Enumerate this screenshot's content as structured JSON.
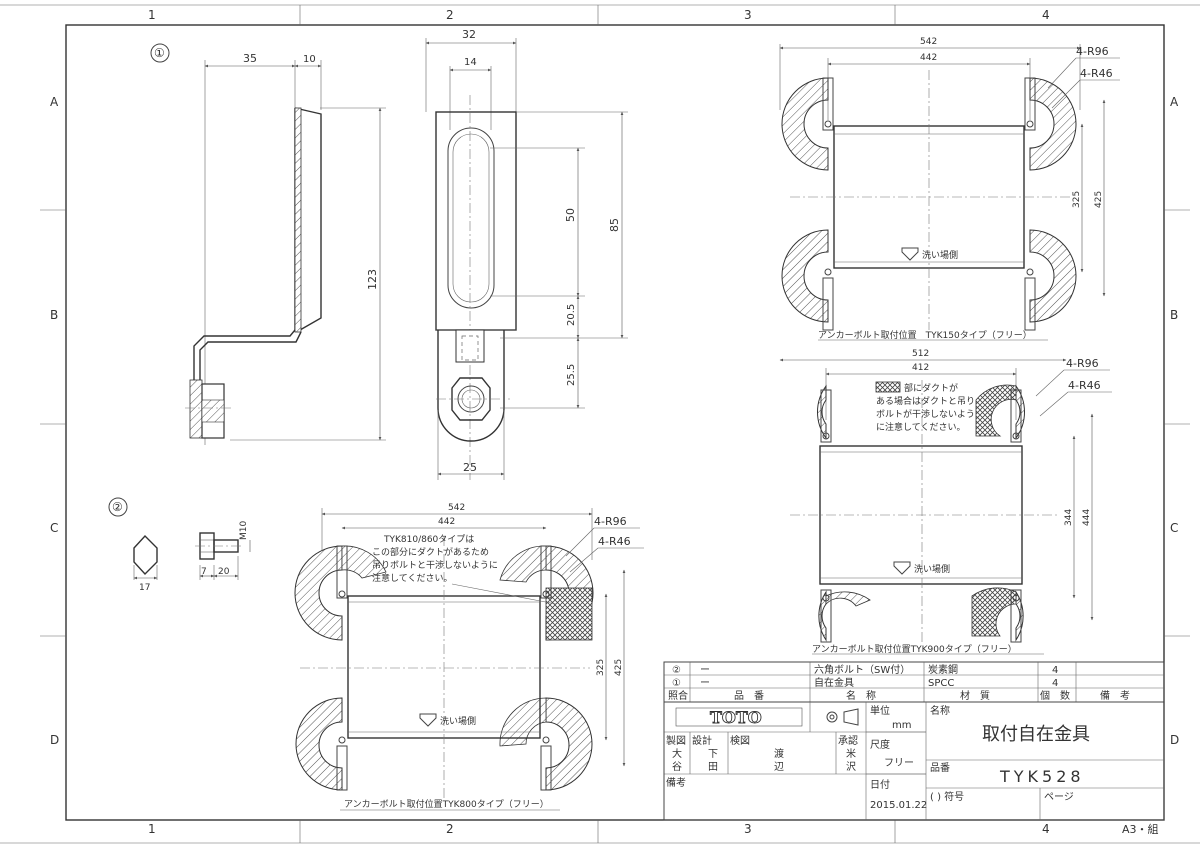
{
  "frame": {
    "cols_top": [
      "1",
      "2",
      "3",
      "4"
    ],
    "cols_bottom": [
      "1",
      "2",
      "3",
      "4"
    ],
    "rows_left": [
      "A",
      "B",
      "C",
      "D"
    ],
    "rows_right": [
      "A",
      "B",
      "C",
      "D"
    ],
    "sheet_size": "A3・組"
  },
  "view1": {
    "marker": "①",
    "side_dims": {
      "w1": "35",
      "w2": "10",
      "height": "123"
    },
    "front_dims": {
      "top": "32",
      "slot": "14",
      "d50": "50",
      "d85": "85",
      "d205": "20.5",
      "d255": "25.5",
      "bottom": "25"
    }
  },
  "view2": {
    "marker": "②",
    "dims": {
      "hex": "17",
      "head": "7",
      "len": "20",
      "thread": "M10"
    }
  },
  "plan_tyk150": {
    "dim_outer": "542",
    "dim_inner": "442",
    "r1": "4-R96",
    "r2": "4-R46",
    "dim_v_inner": "325",
    "dim_v_outer": "425",
    "wash_label": "洗い場側",
    "caption": "アンカーボルト取付位置　TYK150タイプ（フリー）"
  },
  "plan_tyk900": {
    "dim_outer": "512",
    "dim_inner": "412",
    "r1": "4-R96",
    "r2": "4-R46",
    "dim_v_inner": "344",
    "dim_v_outer": "444",
    "wash_label": "洗い場側",
    "note": [
      "部にダクトが",
      "ある場合はダクトと吊り",
      "ボルトが干渉しないよう",
      "に注意してください。"
    ],
    "caption": "アンカーボルト取付位置TYK900タイプ（フリー）"
  },
  "plan_tyk800": {
    "dim_outer": "542",
    "dim_inner": "442",
    "r1": "4-R96",
    "r2": "4-R46",
    "dim_v_inner": "325",
    "dim_v_outer": "425",
    "wash_label": "洗い場側",
    "note": [
      "TYK810/860タイプは",
      "この部分にダクトがあるため",
      "吊りボルトと干渉しないように",
      "注意してください。"
    ],
    "caption": "アンカーボルト取付位置TYK800タイプ（フリー）"
  },
  "parts_table": {
    "rows": [
      {
        "no": "②",
        "dash": "ー",
        "name": "六角ボルト（SW付）",
        "material": "炭素鋼",
        "qty": "4"
      },
      {
        "no": "①",
        "dash": "ー",
        "name": "自在金具",
        "material": "SPCC",
        "qty": "4"
      }
    ],
    "header": {
      "no": "照合",
      "part_no": "品　番",
      "name": "名　称",
      "material": "材　質",
      "qty": "個　数",
      "remarks": "備　考"
    }
  },
  "title_block": {
    "logo": "TOTO",
    "unit_label": "単位",
    "unit_value": "mm",
    "name_label": "名称",
    "name_value": "取付自在金具",
    "scale_label": "尺度",
    "scale_value": "フリー",
    "drawn_label": "製図",
    "drawn_by": [
      "大",
      "谷"
    ],
    "design_label": "設計",
    "design_by": [
      "下",
      "田"
    ],
    "check_label": "検図",
    "check_by": [
      "渡",
      "辺"
    ],
    "approve_label": "承認",
    "approve_by": [
      "米",
      "沢"
    ],
    "part_no_label": "品番",
    "part_no_value": "TYK528",
    "date_label": "日付",
    "date_value": "2015.01.22",
    "remarks_label": "備考",
    "symbol_label": "( ) 符号",
    "page_label": "ページ"
  }
}
